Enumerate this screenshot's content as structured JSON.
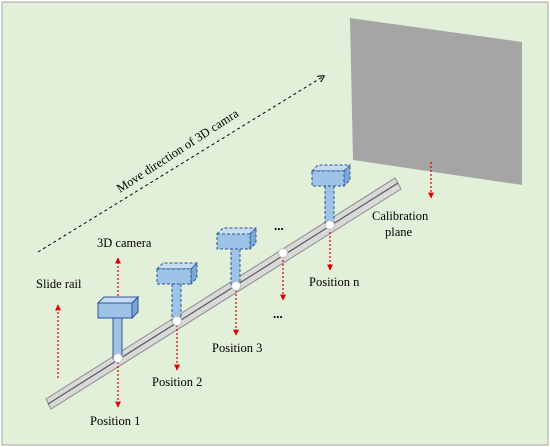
{
  "labels": {
    "move_direction": "Move direction of 3D camra",
    "calibration_line1": "Calibration",
    "calibration_line2": "plane",
    "camera": "3D camera",
    "slide_rail": "Slide rail",
    "position_1": "Position 1",
    "position_2": "Position 2",
    "position_3": "Position 3",
    "position_n": "Position n",
    "ellipsis": "..."
  },
  "colors": {
    "background": "#e3f0d9",
    "border": "#a6a6a6",
    "plane": "#a5a5a5",
    "rail_fill": "#d9d9d9",
    "rail_edge": "#8c8c8c",
    "camera_fill": "#9dc3e6",
    "camera_stroke": "#2f5597",
    "camera_top": "#c5dcf2",
    "camera_side": "#7aa7d6",
    "arrow_red": "#e00000",
    "node_fill": "#ffffff"
  },
  "icons": {
    "camera": "3d-camera-box-icon",
    "node": "rail-position-node-icon"
  }
}
